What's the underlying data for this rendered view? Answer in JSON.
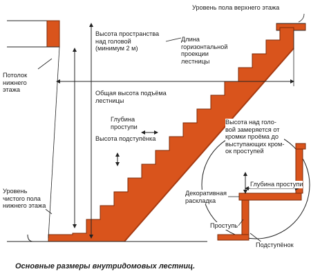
{
  "labels": {
    "upper_floor_level": "Уровень пола верхнего этажа",
    "headroom": "Высота пространства\nнад головой\n(минимум 2 м)",
    "horizontal_length": "Длина\nгоризонтальной\nпроекции\nлестницы",
    "lower_ceiling": "Потолок\nнижнего\nэтажа",
    "total_rise": "Общая высота подъёма\nлестницы",
    "tread_depth": "Глубина\nпроступи",
    "riser_height": "Высота подступёнка",
    "headroom_measured": "Высота над голо-\nвой замеряется от\nкромки проёма до\nвыступающих кром-\nок проступей",
    "finished_floor": "Уровень\nчистого пола\nнижнего этажа",
    "decorative_molding": "Декоративная\nраскладка",
    "tread_depth_detail": "Глубина проступи",
    "tread": "Проступь",
    "riser": "Подступёнок"
  },
  "caption": "Основные размеры внутридомовых лестниц.",
  "colors": {
    "wood": "#d9541c",
    "wood_dark": "#a83a10",
    "line": "#222222"
  }
}
